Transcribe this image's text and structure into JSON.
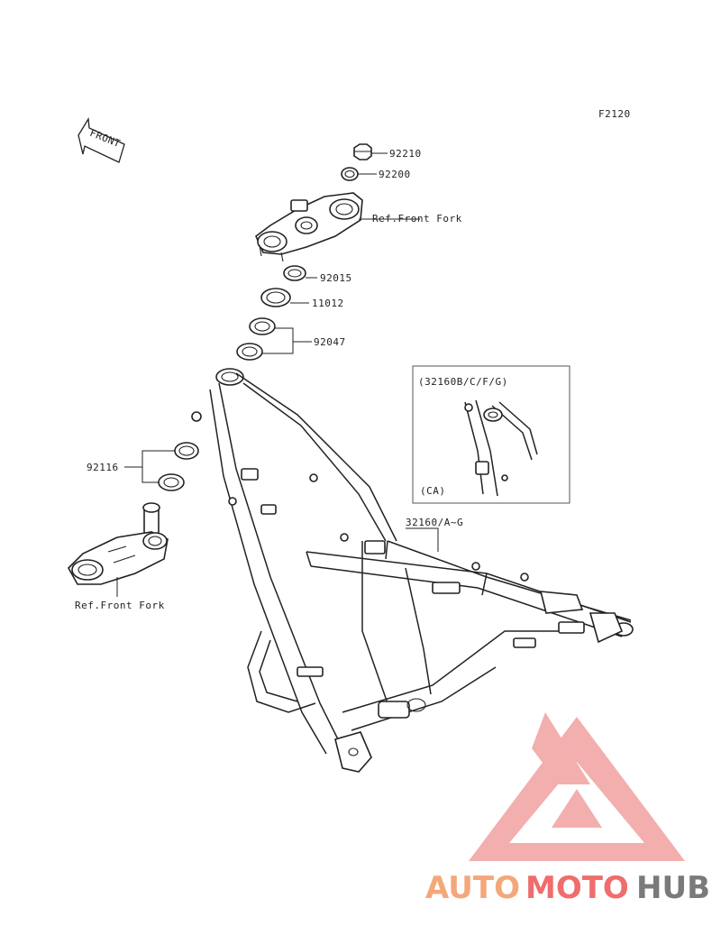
{
  "figure_code": "F2120",
  "front_label": "FRONT",
  "callouts": {
    "cap_nut": "92210",
    "washer": "92200",
    "ref_upper": "Ref.Front Fork",
    "seal": "92015",
    "bearing_race": "11012",
    "bearings": "92047",
    "lower_bearings": "92116",
    "ref_lower": "Ref.Front Fork",
    "frame": "32160/A~G"
  },
  "inset": {
    "title": "(32160B/C/F/G)",
    "note": "(CA)"
  },
  "watermark": {
    "part1": "AUTO",
    "part2": "MOTO",
    "part3": "HUB",
    "colors": {
      "orange": "#f4a77a",
      "red": "#ef6d6d",
      "gray": "#7a7a7a"
    }
  }
}
